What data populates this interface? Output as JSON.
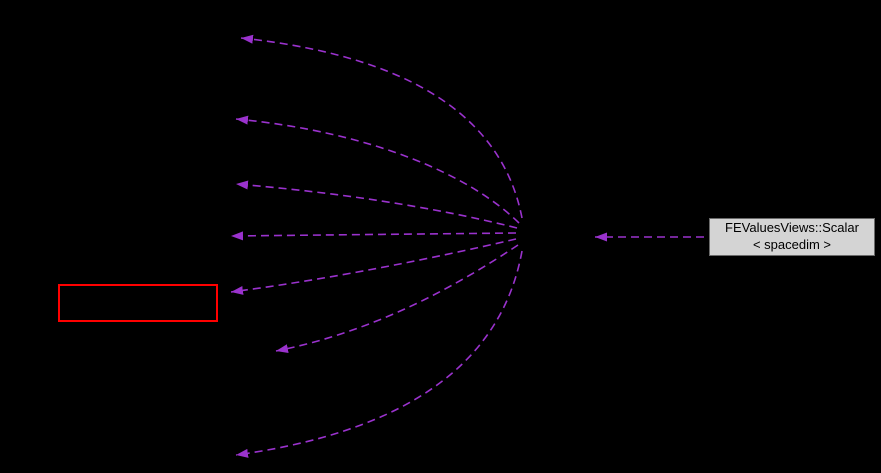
{
  "diagram": {
    "type": "doxygen-collaboration-graph",
    "background_color": "#000000",
    "edge_color": "#9a32cd",
    "edge_style": "dashed",
    "edge_count": 8,
    "nodes": {
      "current": {
        "label": "",
        "border_color": "#ff0000",
        "fill_color": "#000000"
      },
      "scalar": {
        "label_line1": "FEValuesViews::Scalar",
        "label_line2": "< spacedim >",
        "fill_color": "#d4d4d4",
        "text_color": "#000000"
      }
    }
  }
}
